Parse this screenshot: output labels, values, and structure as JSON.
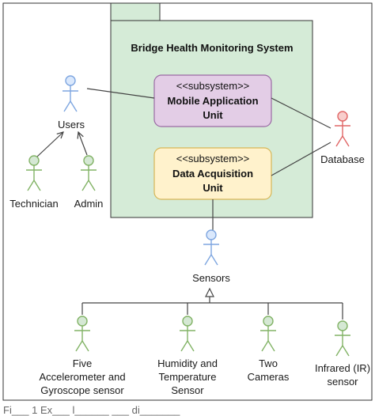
{
  "system": {
    "title": "Bridge Health Monitoring System",
    "fill": "#d5ebd7"
  },
  "subsystems": [
    {
      "stereotype": "<<subsystem>>",
      "name_line1": "Mobile Application",
      "name_line2": "Unit",
      "fill": "#e3cde6",
      "stroke": "#9a6aa4"
    },
    {
      "stereotype": "<<subsystem>>",
      "name_line1": "Data Acquisition",
      "name_line2": "Unit",
      "fill": "#fff2cc",
      "stroke": "#d6b656"
    }
  ],
  "actors": {
    "users": {
      "label": "Users",
      "color": "#7ea6e0"
    },
    "technician": {
      "label": "Technician",
      "color": "#82b366"
    },
    "admin": {
      "label": "Admin",
      "color": "#82b366"
    },
    "database": {
      "label": "Database",
      "color": "#e06666"
    },
    "sensors": {
      "label": "Sensors",
      "color": "#7ea6e0"
    },
    "accel": {
      "label_line1": "Five",
      "label_line2": "Accelerometer and",
      "label_line3": "Gyroscope sensor",
      "color": "#82b366"
    },
    "humidity": {
      "label_line1": "Humidity and",
      "label_line2": "Temperature",
      "label_line3": "Sensor",
      "color": "#82b366"
    },
    "cameras": {
      "label_line1": "Two",
      "label_line2": "Cameras",
      "color": "#82b366"
    },
    "infrared": {
      "label_line1": "Infrared (IR)",
      "label_line2": "sensor",
      "color": "#82b366"
    }
  },
  "caption": "Fi___ 1 Ex___ l______ ___ di_______"
}
